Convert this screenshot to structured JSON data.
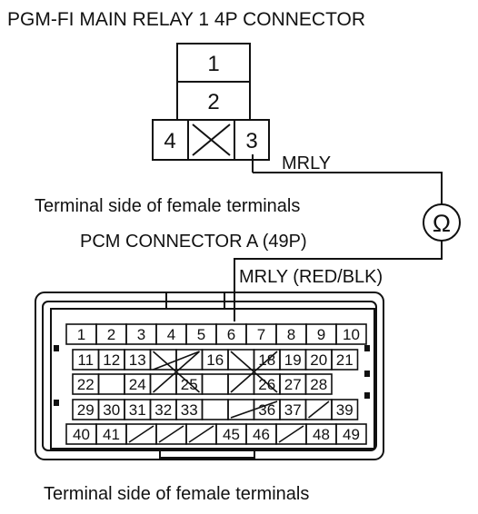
{
  "relay": {
    "title": "PGM-FI MAIN RELAY 1 4P CONNECTOR",
    "cells": [
      "1",
      "2",
      "4",
      "3"
    ],
    "caption": "Terminal side of female terminals"
  },
  "wires": {
    "relay_label": "MRLY",
    "pcm_label": "MRLY (RED/BLK)",
    "meter_symbol": "Ω"
  },
  "pcm": {
    "title": "PCM CONNECTOR A (49P)",
    "caption": "Terminal side of female terminals",
    "rows": [
      [
        "1",
        "2",
        "3",
        "4",
        "5",
        "6",
        "7",
        "8",
        "9",
        "10"
      ],
      [
        "11",
        "12",
        "13",
        "",
        "",
        "16",
        "",
        "18",
        "19",
        "20",
        "21"
      ],
      [
        "22",
        "",
        "24",
        "",
        "25",
        "",
        "",
        "26",
        "27",
        "28"
      ],
      [
        "29",
        "30",
        "31",
        "32",
        "33",
        "",
        "",
        "36",
        "37",
        "",
        "39"
      ],
      [
        "40",
        "41",
        "",
        "",
        "",
        "45",
        "46",
        "",
        "48",
        "49"
      ]
    ]
  }
}
